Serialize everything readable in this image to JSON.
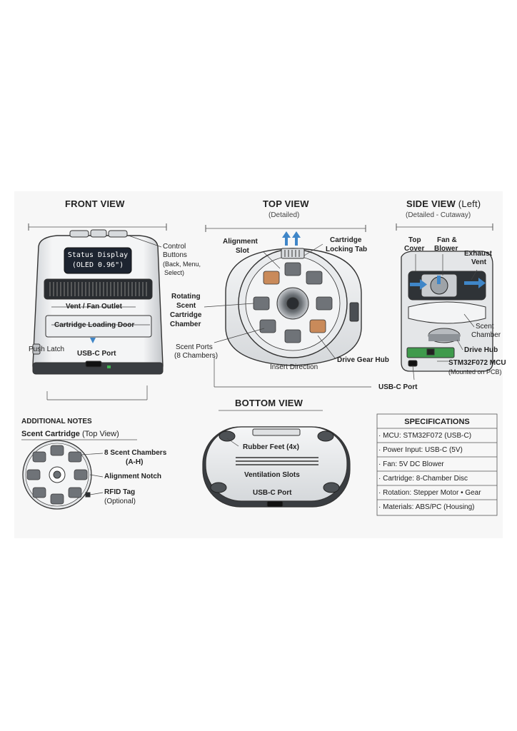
{
  "front_view": {
    "title": "FRONT VIEW",
    "display_line1": "Status Display",
    "display_line2": "(OLED 0.96\")",
    "labels": {
      "control_buttons": "Control",
      "control_buttons_2": "Buttons",
      "control_buttons_sub": "(Back, Menu,",
      "control_buttons_sub2": "Select)",
      "vent": "Vent / Fan Outlet",
      "door": "Cartridge Loading Door",
      "push_latch": "Push Latch",
      "usbc": "USB-C Port"
    }
  },
  "top_view": {
    "title": "TOP VIEW",
    "subtitle": "(Detailed)",
    "labels": {
      "alignment_slot_1": "Alignment",
      "alignment_slot_2": "Slot",
      "locking_tab_1": "Cartridge",
      "locking_tab_2": "Locking Tab",
      "rotating_1": "Rotating",
      "rotating_2": "Scent",
      "rotating_3": "Cartridge",
      "rotating_4": "Chamber",
      "scent_ports_1": "Scent Ports",
      "scent_ports_2": "(8 Chambers)",
      "insert_direction": "Insert Direction",
      "drive_gear_hub": "Drive Gear Hub"
    }
  },
  "side_view": {
    "title": "SIDE VIEW",
    "title_suffix": "(Left)",
    "subtitle": "(Detailed - Cutaway)",
    "labels": {
      "top_cover_1": "Top",
      "top_cover_2": "Cover",
      "fan_1": "Fan &",
      "fan_2": "Blower",
      "exhaust_1": "Exhaust",
      "exhaust_2": "Vent",
      "scent_chamber_1": "Scent",
      "scent_chamber_2": "Chamber",
      "drive_hub": "Drive Hub",
      "mcu_1": "STM32F072 MCU",
      "mcu_2": "(Mounted on PCB)",
      "usbc": "USB-C Port"
    }
  },
  "bottom_view": {
    "title": "BOTTOM VIEW",
    "labels": {
      "rubber_feet": "Rubber Feet (4x)",
      "ventilation": "Ventilation Slots",
      "usbc": "USB-C Port"
    }
  },
  "notes": {
    "title": "ADDITIONAL NOTES",
    "cartridge_title": "Scent Cartridge",
    "cartridge_title_suffix": "(Top View)",
    "labels": {
      "chambers_1": "8 Scent Chambers",
      "chambers_2": "(A-H)",
      "alignment_notch": "Alignment Notch",
      "rfid_1": "RFID Tag",
      "rfid_2": "(Optional)"
    }
  },
  "specifications": {
    "title": "SPECIFICATIONS",
    "rows": [
      {
        "key": "· MCU:",
        "value": "STM32F072 (USB-C)"
      },
      {
        "key": "· Power Input:",
        "value": "USB-C (5V)"
      },
      {
        "key": "· Fan:",
        "value": "5V DC Blower"
      },
      {
        "key": "· Cartridge:",
        "value": "8-Chamber Disc"
      },
      {
        "key": "· Rotation:",
        "value": "Stepper Motor • Gear"
      },
      {
        "key": "· Materials:",
        "value": "ABS/PC (Housing)"
      }
    ]
  },
  "colors": {
    "sheet": "#f7f7f7",
    "line": "#333333",
    "accent_blue": "#3f86c8",
    "chamber_grey": "#6f7378",
    "chamber_orange": "#c98a5a",
    "pcb_green": "#3f9a4c",
    "display_bg": "#1d2430"
  }
}
